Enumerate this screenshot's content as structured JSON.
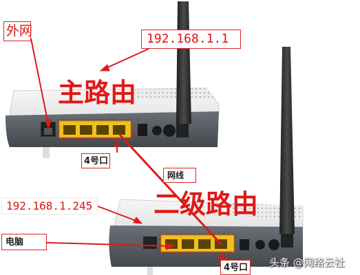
{
  "labels": {
    "wan": "外网",
    "main_ip": "192.168.1.1",
    "main_router": "主路由",
    "main_port": "4号口",
    "cable": "网线",
    "sub_ip": "192.168.1.245",
    "sub_router": "二级路由",
    "pc": "电脑",
    "sub_port": "4号口"
  },
  "watermark": "头条 @网络云社",
  "colors": {
    "annotation_red": "#e01818",
    "router_body": "#f2f2f2",
    "router_back": "#5b6066",
    "lan_port_yellow": "#f0c020",
    "antenna": "#2d2d2d"
  }
}
